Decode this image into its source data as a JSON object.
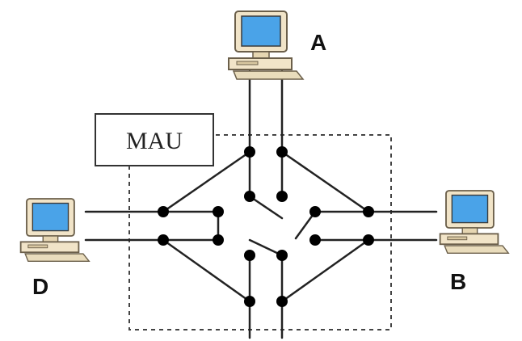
{
  "diagram": {
    "box_label": "MAU",
    "nodes": [
      {
        "id": "A",
        "label": "A"
      },
      {
        "id": "B",
        "label": "B"
      },
      {
        "id": "D",
        "label": "D"
      }
    ],
    "colors": {
      "line": "#222222",
      "dot": "#000000",
      "screen": "#4aa3e8",
      "computer_body": "#f1e4c8",
      "computer_edge": "#6b5f4a"
    },
    "icons": [
      "computer-icon"
    ]
  }
}
